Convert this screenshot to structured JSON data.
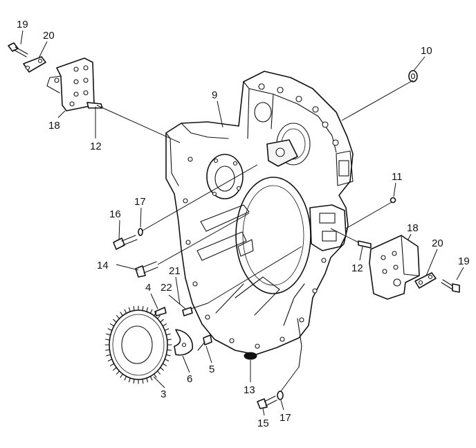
{
  "diagram": {
    "callouts": [
      {
        "id": "c19a",
        "text": "19"
      },
      {
        "id": "c20a",
        "text": "20"
      },
      {
        "id": "c18a",
        "text": "18"
      },
      {
        "id": "c12a",
        "text": "12"
      },
      {
        "id": "c9",
        "text": "9"
      },
      {
        "id": "c10",
        "text": "10"
      },
      {
        "id": "c11",
        "text": "11"
      },
      {
        "id": "c18b",
        "text": "18"
      },
      {
        "id": "c20b",
        "text": "20"
      },
      {
        "id": "c19b",
        "text": "19"
      },
      {
        "id": "c12b",
        "text": "12"
      },
      {
        "id": "c17a",
        "text": "17"
      },
      {
        "id": "c16",
        "text": "16"
      },
      {
        "id": "c14",
        "text": "14"
      },
      {
        "id": "c4",
        "text": "4"
      },
      {
        "id": "c22",
        "text": "22"
      },
      {
        "id": "c21",
        "text": "21"
      },
      {
        "id": "c5",
        "text": "5"
      },
      {
        "id": "c6",
        "text": "6"
      },
      {
        "id": "c3",
        "text": "3"
      },
      {
        "id": "c13",
        "text": "13"
      },
      {
        "id": "c15",
        "text": "15"
      },
      {
        "id": "c17b",
        "text": "17"
      }
    ]
  }
}
